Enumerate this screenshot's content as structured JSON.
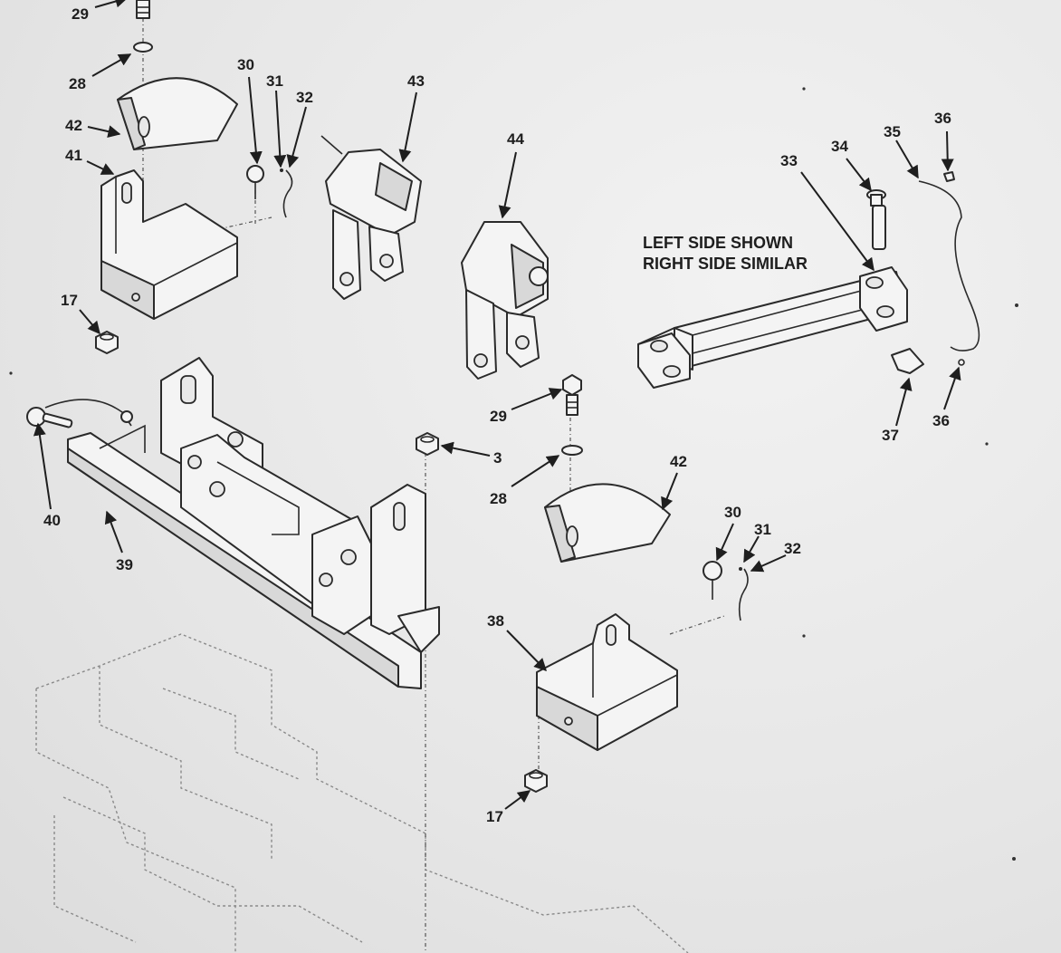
{
  "note": {
    "line1": "LEFT SIDE SHOWN",
    "line2": "RIGHT SIDE SIMILAR"
  },
  "callouts": [
    {
      "id": "c29a",
      "label": "29"
    },
    {
      "id": "c28a",
      "label": "28"
    },
    {
      "id": "c42a",
      "label": "42"
    },
    {
      "id": "c41",
      "label": "41"
    },
    {
      "id": "c30a",
      "label": "30"
    },
    {
      "id": "c31a",
      "label": "31"
    },
    {
      "id": "c32a",
      "label": "32"
    },
    {
      "id": "c43",
      "label": "43"
    },
    {
      "id": "c44",
      "label": "44"
    },
    {
      "id": "c33",
      "label": "33"
    },
    {
      "id": "c34",
      "label": "34"
    },
    {
      "id": "c35",
      "label": "35"
    },
    {
      "id": "c36a",
      "label": "36"
    },
    {
      "id": "c36b",
      "label": "36"
    },
    {
      "id": "c37",
      "label": "37"
    },
    {
      "id": "c17a",
      "label": "17"
    },
    {
      "id": "c40",
      "label": "40"
    },
    {
      "id": "c39",
      "label": "39"
    },
    {
      "id": "c3",
      "label": "3"
    },
    {
      "id": "c29b",
      "label": "29"
    },
    {
      "id": "c28b",
      "label": "28"
    },
    {
      "id": "c42b",
      "label": "42"
    },
    {
      "id": "c30b",
      "label": "30"
    },
    {
      "id": "c31b",
      "label": "31"
    },
    {
      "id": "c32b",
      "label": "32"
    },
    {
      "id": "c38",
      "label": "38"
    },
    {
      "id": "c17b",
      "label": "17"
    }
  ]
}
